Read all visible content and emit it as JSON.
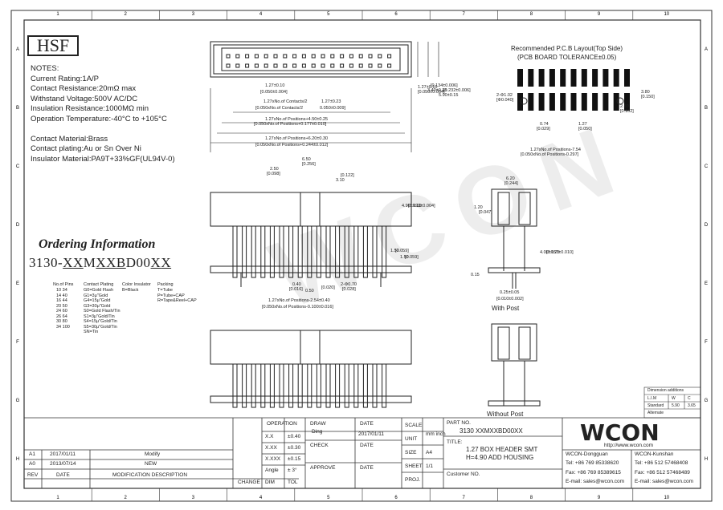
{
  "logo": "HSF",
  "watermark": "WCON",
  "grid_cols": [
    "1",
    "2",
    "3",
    "4",
    "5",
    "6",
    "7",
    "8",
    "9",
    "10"
  ],
  "grid_rows": [
    "A",
    "B",
    "C",
    "D",
    "E",
    "F",
    "G",
    "H"
  ],
  "notes": [
    "NOTES:",
    "Current Rating:1A/P",
    "Contact Resistance:20mΩ max",
    "Withstand Voltage:500V AC/DC",
    "Insulation Resistance:1000MΩ min",
    "Operation Temperature:-40°C to +105°C",
    "",
    "Contact Material:Brass",
    "Contact plating:Au or Sn Over Ni",
    "Insulator Material:PA9T+33%GF(UL94V-0)"
  ],
  "ordering": {
    "title": "Ordering Information",
    "code_parts": [
      "3130-",
      "XX",
      "M",
      "XX",
      "B",
      "D00",
      "X",
      "X"
    ],
    "col_heads": [
      "No.of Pins",
      "Contact Plating",
      "Color Insulator",
      "Packing"
    ],
    "pins": [
      "10 34",
      "14 40",
      "16 44",
      "20 50",
      "24 60",
      "26 64",
      "30 80",
      "34 100"
    ],
    "plating": [
      "G0=Gold Flash",
      "G1=3μ\"Gold",
      "G4=15μ\"Gold",
      "G3=30μ\"Gold",
      "S0=Gold Flash/Tin",
      "S1=3μ\"Gold/Tin",
      "S4=15μ\"Gold/Tin",
      "S5=30μ\"Gold/Tin",
      "SN=Tin"
    ],
    "color": [
      "B=Black"
    ],
    "packing": [
      "T=Tube",
      "P=Tube+CAP",
      "R=Tape&Reel+CAP"
    ]
  },
  "pcb": {
    "title": "Recommended P.C.B Layout(Top Side)",
    "subtitle": "(PCB BOARD TOLERANCE±0.05)",
    "dims": [
      "2-Φ1.02",
      "[Φ0.040]",
      "0.74",
      "[0.029]",
      "1.27",
      "[0.050]",
      "2.60",
      "[0.102]",
      "3.80",
      "[0.150]",
      "1.27xNo.of Positions-7.54",
      "[0.050xNo.of Positions-0.297]"
    ]
  },
  "top_view_dims": [
    "1.27±0.10",
    "[0.050±0.004]",
    "1.27xNo.of Contacts/2",
    "1.27±0.23",
    "[0.050xNo.of Contacts/2",
    "0.050±0.009]",
    "1.27xNo.of Positions+4.50±0.25",
    "[0.050xNo.of Positions+0.177±0.010]",
    "1.27xNo.of Positions+6.20±0.30",
    "[0.050xNo.of Positions+0.244±0.012]",
    "1.27±0.10",
    "[0.050±0.004]",
    "3.40±0.15",
    "[0.134±0.006]",
    "5.90±0.15",
    "[0.232±0.006]"
  ],
  "front_view_dims": [
    "2.50",
    "[0.098]",
    "6.50",
    "[0.256]",
    "3.10",
    "[0.122]",
    "4.90±0.10",
    "[0.193±0.004]",
    "1.50",
    "[0.059]",
    "1.50",
    "[0.059]",
    "0.40",
    "[0.016]",
    "0.50",
    "[0.020]",
    "2-Φ0.70",
    "[0.028]",
    "1.27xNo.of Positions-2.54±0.40",
    "[0.050xNo.of Positions-0.100±0.016]"
  ],
  "side_view": {
    "dims": [
      "6.20",
      "[0.244]",
      "1.20",
      "[0.047]",
      "4.00±0.25",
      "[0.157±0.010]",
      "0.15",
      "0.25±0.05",
      "[0.010±0.002]"
    ],
    "label_with": "With Post",
    "label_without": "Without Post"
  },
  "title_block": {
    "company": "WCON",
    "url": "http://www.wcon.com",
    "dongguan": "WCON-Dongguan",
    "kunshan": "WCON-Kunshan",
    "tel_dg": "Tel: +86 769 85338620",
    "tel_ks": "Tel: +86 512 57468408",
    "fax_dg": "Fax: +86 769 85389615",
    "fax_ks": "Fax: +86 512 57468489",
    "email_dg": "E-mail: sales@wcon.com",
    "email_ks": "E-mail: sales@wcon.com",
    "part_label": "PART NO.",
    "part_no": "3130 XXMXXBD00XX",
    "title_label": "TITLE:",
    "title_1": "1.27 BOX HEADER SMT",
    "title_2": "H=4.90 ADD HOUSING",
    "customer": "Customer NO.",
    "draw": "DRAW",
    "draw_by": "Ding",
    "date_l": "DATE",
    "draw_date": "2017/01/11",
    "check": "CHECK",
    "approve": "APPROVE",
    "scale": "SCALE",
    "unit": "UNIT",
    "unit_v": "mm inch",
    "size": "SIZE",
    "size_v": "A4",
    "sheet": "SHEET",
    "sheet_v": "1/1",
    "proj": "PROJ.",
    "operation": "OPERATION",
    "tol": [
      [
        "X.X",
        "±0.40"
      ],
      [
        "X.XX",
        "±0.30"
      ],
      [
        "X.XXX",
        "±0.15"
      ],
      [
        "Angle",
        "± 3°"
      ]
    ],
    "dim": "DIM",
    "tol_l": "TOL",
    "change": "CHANGE",
    "revs": [
      [
        "A1",
        "2017/01/11",
        "Modify"
      ],
      [
        "A0",
        "2013/07/14",
        "NEW"
      ]
    ],
    "rev_heads": [
      "REV",
      "DATE",
      "MODIFICATION DESCRIPTION"
    ],
    "dimension_additions": "Dimension additions",
    "dim_table": [
      [
        "L.I.M",
        "W",
        "C"
      ],
      [
        "Standard",
        "5.90",
        "3.65"
      ],
      [
        "Alternate",
        "",
        ""
      ]
    ]
  }
}
